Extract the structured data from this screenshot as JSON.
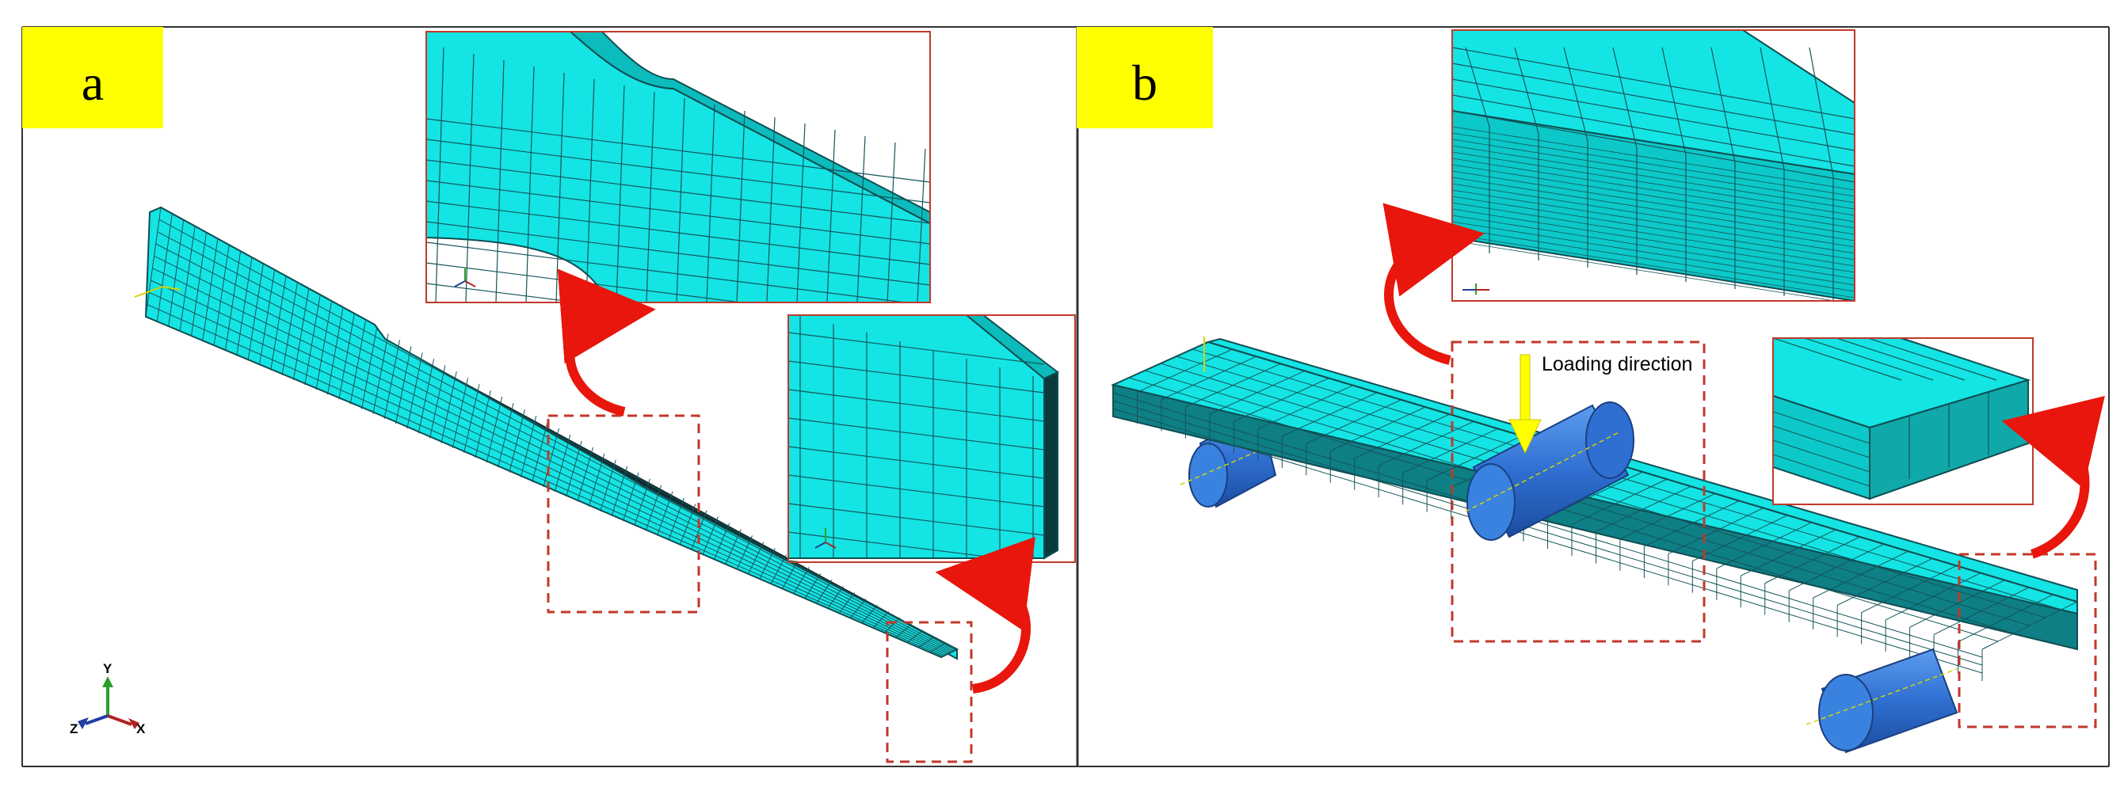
{
  "panels": [
    {
      "letter": "a"
    },
    {
      "letter": "b"
    }
  ],
  "annotations": {
    "loading_direction": "Loading direction"
  },
  "axis_triad": {
    "x": "X",
    "y": "Y",
    "z": "Z"
  },
  "colors": {
    "mesh_fill": "#14e4e4",
    "mesh_fill_dark": "#0cbcbc",
    "mesh_line": "#14555a",
    "label_background": "#ffff00",
    "zoom_box_border": "#c0392b",
    "callout_arrow": "#e8160c",
    "roller": "#2f6fd1",
    "loading_arrow": "#ffff00"
  }
}
